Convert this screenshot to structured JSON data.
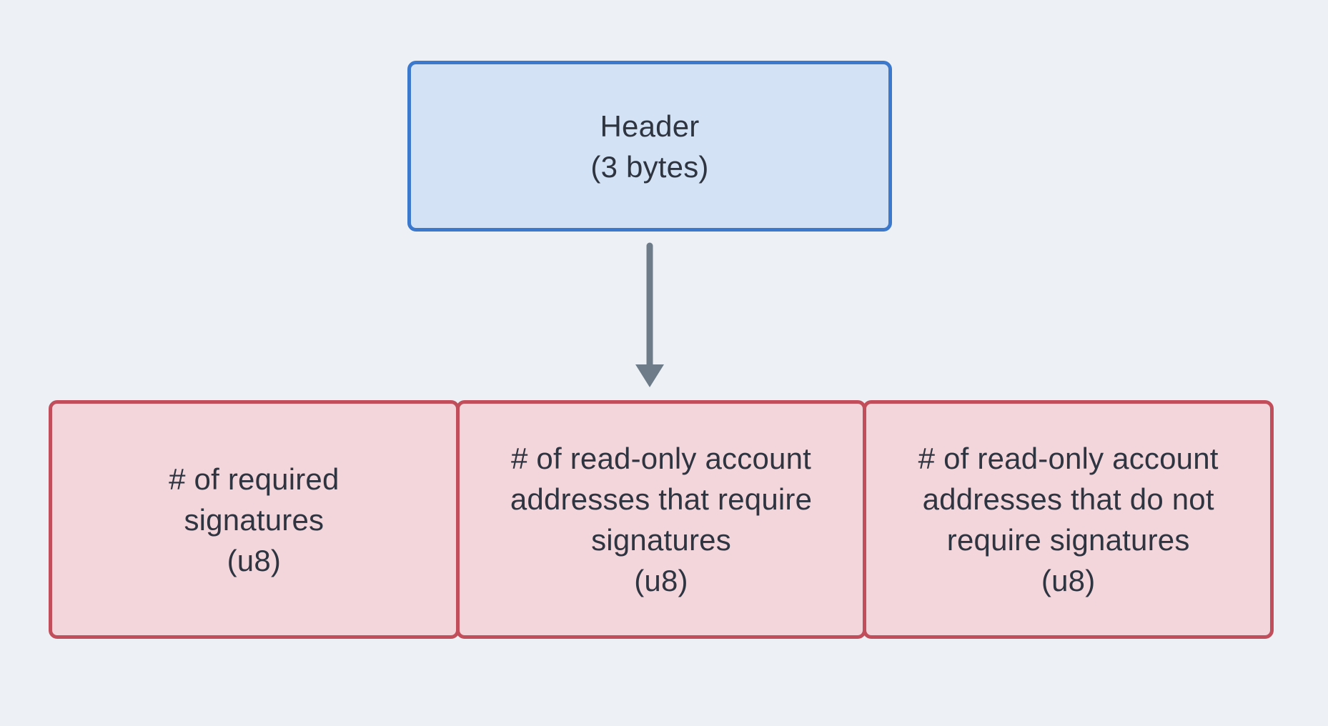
{
  "colors": {
    "canvas-bg": "#edf1f5",
    "header-fill": "#d3e2f5",
    "header-border": "#3c78cc",
    "field-fill": "#f3d6db",
    "field-border": "#c04e5b",
    "text": "#2e3440",
    "arrow": "#6e7b89"
  },
  "nodes": {
    "header": {
      "text": "Header\n(3 bytes)"
    },
    "fields": [
      {
        "text": "# of required\nsignatures\n(u8)"
      },
      {
        "text": "# of read-only account\naddresses that require\nsignatures\n(u8)"
      },
      {
        "text": "# of read-only account\naddresses that do not\nrequire signatures\n(u8)"
      }
    ]
  }
}
